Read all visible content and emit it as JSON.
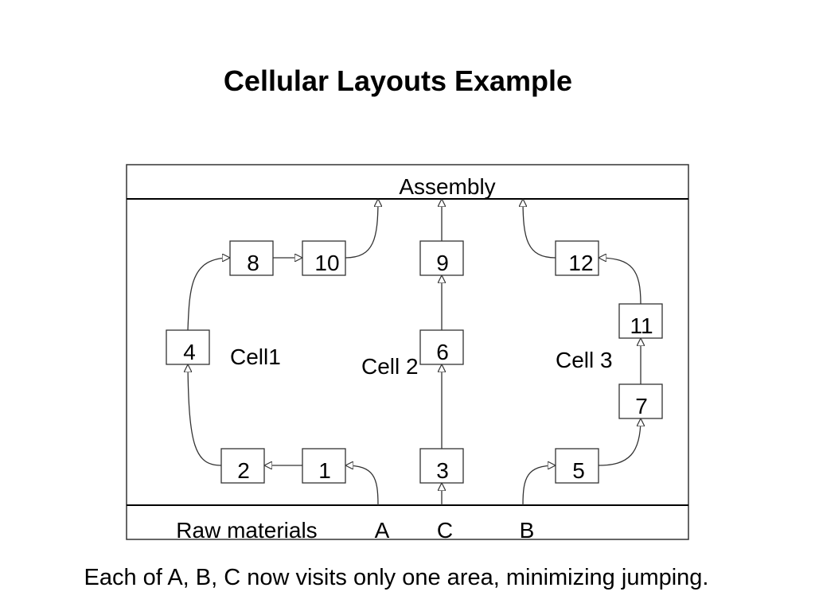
{
  "title": "Cellular Layouts Example",
  "caption": "Each of A, B, C now visits only one area, minimizing jumping.",
  "diagram": {
    "assembly_label": "Assembly",
    "raw_materials_label": "Raw materials",
    "inputs": {
      "a": "A",
      "c": "C",
      "b": "B"
    },
    "cells": {
      "cell1": "Cell1",
      "cell2": "Cell 2",
      "cell3": "Cell 3"
    },
    "machines": {
      "m1": "1",
      "m2": "2",
      "m3": "3",
      "m4": "4",
      "m5": "5",
      "m6": "6",
      "m7": "7",
      "m8": "8",
      "m9": "9",
      "m10": "10",
      "m11": "11",
      "m12": "12"
    }
  },
  "colors": {
    "stroke": "#333333",
    "text": "#000000",
    "background": "#ffffff"
  }
}
